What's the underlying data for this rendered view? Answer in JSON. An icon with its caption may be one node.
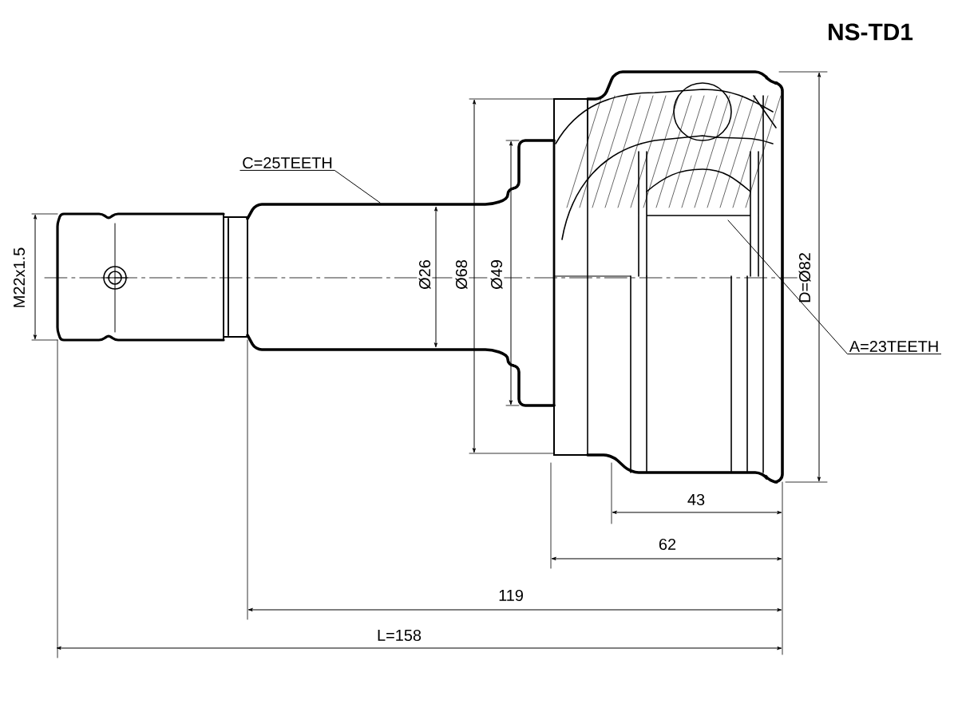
{
  "diagram": {
    "nodes": [
      {
        "text": [
          "C=25TEETH"
        ]
      },
      {
        "text": [
          "A=23TEETH"
        ]
      }
    ],
    "edges": [
      {
        "from": 0,
        "to": null,
        "arrow": "none"
      },
      {
        "from": 1,
        "to": null,
        "arrow": "none"
      }
    ],
    "labels": [
      "NS-TD1",
      "M22x1.5",
      "Ø26",
      "Ø68",
      "Ø49",
      "D=Ø82",
      "43",
      "62",
      "119",
      "L=158"
    ]
  }
}
